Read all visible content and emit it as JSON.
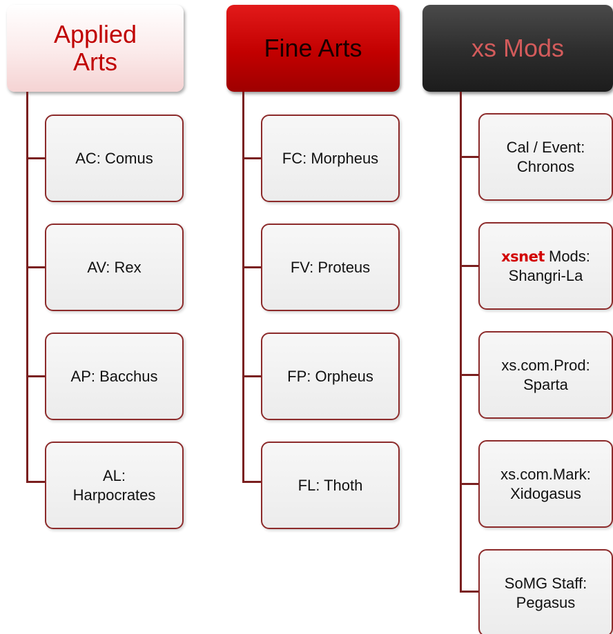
{
  "columns": [
    {
      "header": "Applied\nArts",
      "items": [
        "AC: Comus",
        "AV: Rex",
        "AP: Bacchus",
        "AL:\nHarpocrates"
      ]
    },
    {
      "header": "Fine Arts",
      "items": [
        "FC: Morpheus",
        "FV: Proteus",
        "FP: Orpheus",
        "FL: Thoth"
      ]
    },
    {
      "header": "xs Mods",
      "items": [
        "Cal / Event:\nChronos",
        {
          "brand": "xsnet",
          "rest": " Mods:\nShangri-La"
        },
        "xs.com.Prod:\nSparta",
        "xs.com.Mark:\nXidogasus",
        "SoMG Staff:\nPegasus"
      ]
    }
  ],
  "colors": {
    "connector": "#7a1f1f",
    "card_border": "#8c2a2a",
    "applied_header_text": "#c00000",
    "fine_header_bg": "#c20000",
    "xs_header_bg": "#2c2c2c",
    "xs_header_text": "#d35b5b",
    "xsnet_brand": "#d20000"
  }
}
